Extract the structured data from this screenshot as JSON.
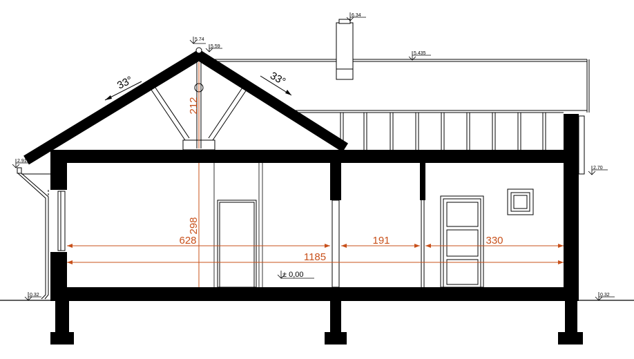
{
  "drawing": {
    "roof_angle_left": "33°",
    "roof_angle_right": "33°",
    "levels": {
      "ridge_top": "5.74",
      "ridge": "5.59",
      "chimney": "6.34",
      "flat_roof": "5.435",
      "eave_left": "2.91",
      "eave_right": "2.70",
      "ground_left": "0.32",
      "ground_right": "0.32",
      "floor": "± 0,00"
    },
    "dimensions": {
      "attic_height": "212",
      "room_height": "298",
      "room_left_width": "628",
      "room_middle_width": "191",
      "room_right_width": "330",
      "total_width": "1185"
    },
    "colors": {
      "dimension": "#c8501a",
      "structure": "#000000"
    }
  }
}
